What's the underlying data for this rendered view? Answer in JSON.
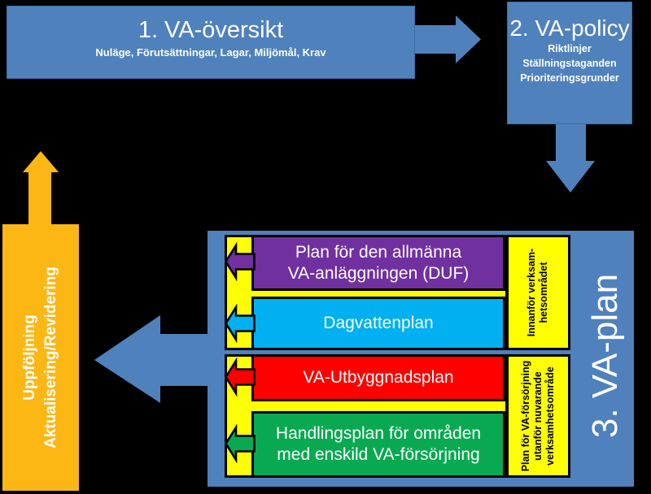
{
  "background": "#000000",
  "colors": {
    "box_blue": "#4F81BD",
    "arrow_blue": "#4F81BD",
    "followup_orange": "#FDB714",
    "zone_yellow": "#FFFF00",
    "subplan_purple": "#7030A0",
    "subplan_cyan": "#00B0F0",
    "subplan_red": "#FF0000",
    "subplan_green": "#09A952",
    "text_light": "#FFFFFF",
    "text_dark": "#000000"
  },
  "overview": {
    "title": "1. VA-översikt",
    "subtitle": "Nuläge, Förutsättningar, Lagar, Miljömål, Krav"
  },
  "policy": {
    "title": "2. VA-policy",
    "lines": [
      "Riktlinjer",
      "Ställningstaganden",
      "Prioriteringsgrunder"
    ]
  },
  "plan": {
    "title": "3. VA-plan",
    "zone_inside_lines": [
      "Innanför verksam-",
      "hetsområdet"
    ],
    "zone_outside_lines": [
      "Plan för VA-försörjning",
      "utanför nuvarande",
      "verksamhetsområde"
    ],
    "subplans": [
      {
        "color": "#7030A0",
        "lines": [
          "Plan för den allmänna",
          "VA-anläggningen (DUF)"
        ]
      },
      {
        "color": "#00B0F0",
        "lines": [
          "Dagvattenplan"
        ]
      },
      {
        "color": "#FF0000",
        "lines": [
          "VA-Utbyggnadsplan"
        ]
      },
      {
        "color": "#09A952",
        "lines": [
          "Handlingsplan för områden",
          "med enskild VA-försörjning"
        ]
      }
    ]
  },
  "followup": {
    "lines": [
      "Uppföljning",
      "Aktualisering/Revidering"
    ]
  }
}
